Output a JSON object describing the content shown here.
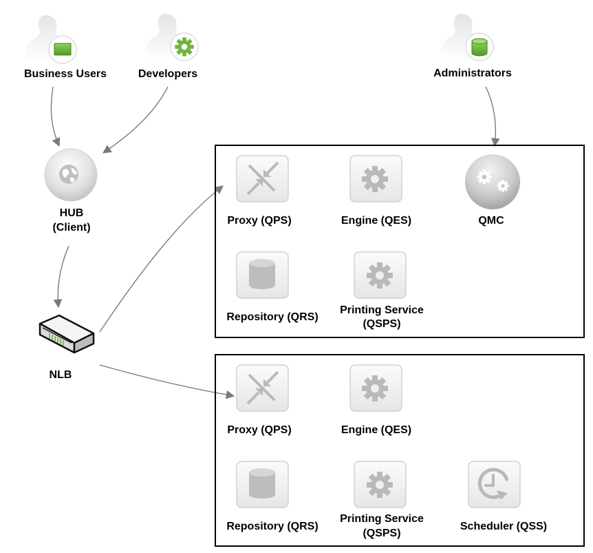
{
  "users": {
    "business_users": "Business Users",
    "developers": "Developers",
    "administrators": "Administrators"
  },
  "hub": {
    "line1": "HUB",
    "line2": "(Client)"
  },
  "nlb": {
    "label": "NLB"
  },
  "node1": {
    "proxy": "Proxy (QPS)",
    "engine": "Engine (QES)",
    "qmc": "QMC",
    "repository": "Repository (QRS)",
    "printing_line1": "Printing Service",
    "printing_line2": "(QSPS)"
  },
  "node2": {
    "proxy": "Proxy (QPS)",
    "engine": "Engine (QES)",
    "repository": "Repository (QRS)",
    "printing_line1": "Printing Service",
    "printing_line2": "(QSPS)",
    "scheduler": "Scheduler (QSS)"
  },
  "colors": {
    "green_accent": "#6fb43f",
    "arrow": "#7a7a7a",
    "tile_border": "#c8c8c8",
    "glyph": "#b9b9b9"
  }
}
